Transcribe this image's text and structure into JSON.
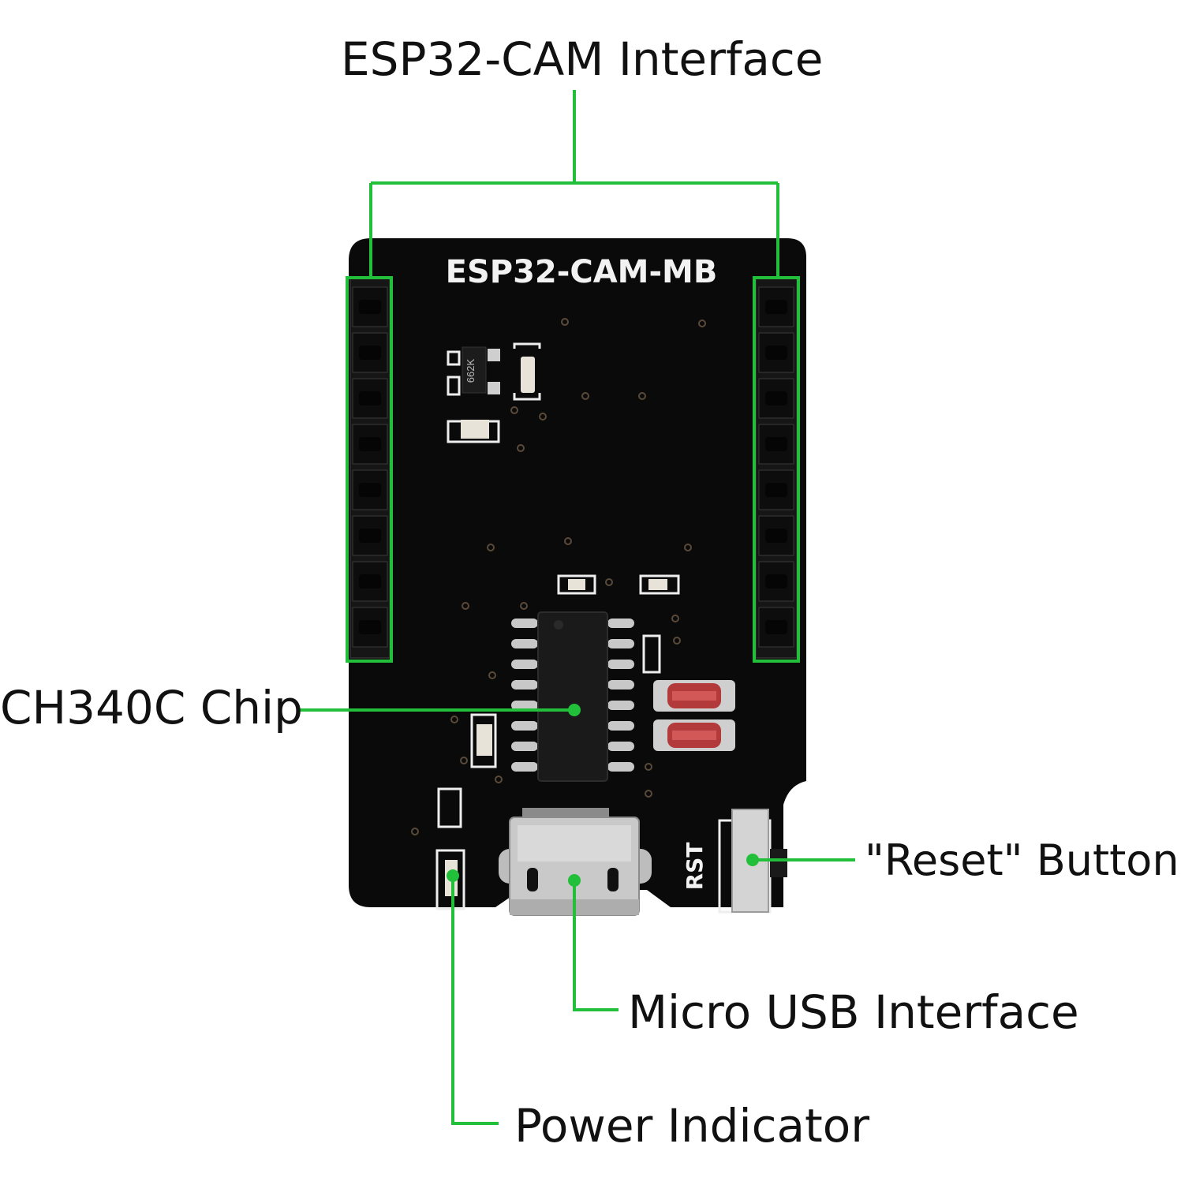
{
  "board": {
    "silkscreen_title": "ESP32-CAM-MB",
    "rst_marking": "RST",
    "resistor_marking": "662K"
  },
  "callouts": {
    "esp32_interface": "ESP32-CAM Interface",
    "ch340c_chip": "CH340C Chip",
    "reset_button": "\"Reset\" Button",
    "micro_usb": "Micro USB Interface",
    "power_indicator": "Power Indicator"
  },
  "colors": {
    "callout_line": "#22c03a",
    "pcb": "#0a0a0a",
    "silkscreen": "#f2f2f2",
    "metal": "#c9c9c9"
  }
}
